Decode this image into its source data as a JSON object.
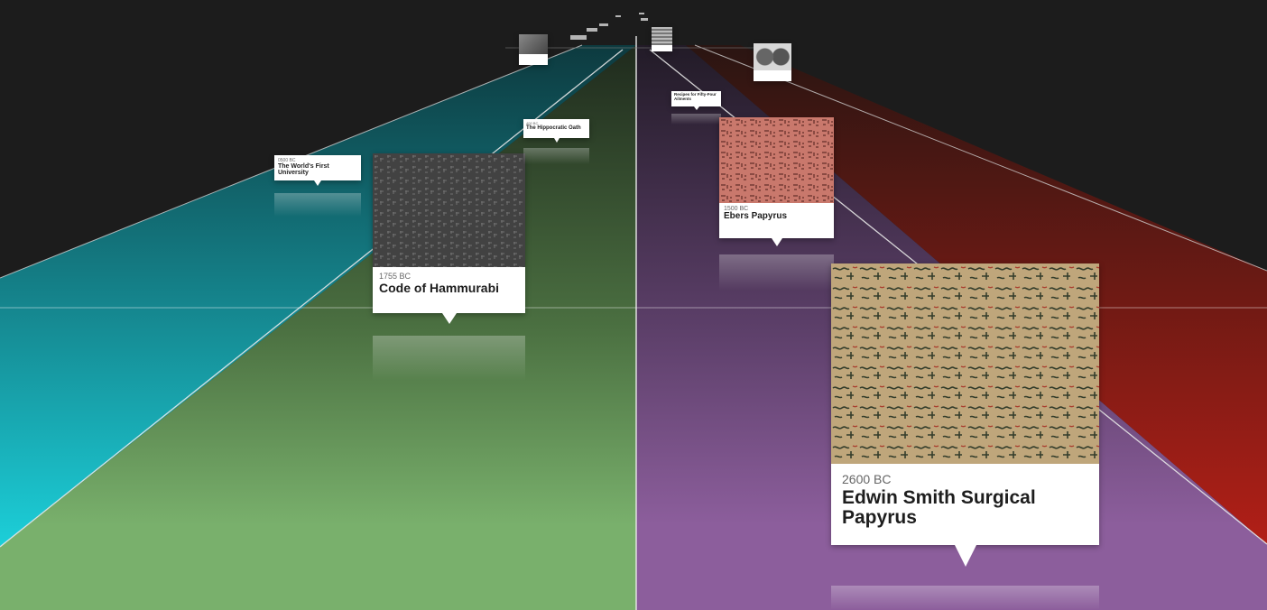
{
  "lanes": [
    {
      "name": "teal-lane",
      "color": "#1ccfd9"
    },
    {
      "name": "green-lane",
      "color": "#79b06c"
    },
    {
      "name": "purple-lane",
      "color": "#8c5e9c"
    },
    {
      "name": "red-lane",
      "color": "#b21f17"
    }
  ],
  "events": {
    "hammurabi": {
      "date": "1755 BC",
      "title": "Code of Hammurabi"
    },
    "edwin": {
      "date": "2600 BC",
      "title": "Edwin Smith Surgical Papyrus"
    },
    "ebers": {
      "date": "1500 BC",
      "title": "Ebers Papyrus"
    },
    "university": {
      "date": "0500 BC",
      "title": "The World's First University"
    },
    "hippocratic": {
      "date": "400 BC",
      "title": "The Hippocratic Oath"
    },
    "recipes": {
      "date": "",
      "title": "Recipes for Fifty-Four Ailments"
    }
  }
}
